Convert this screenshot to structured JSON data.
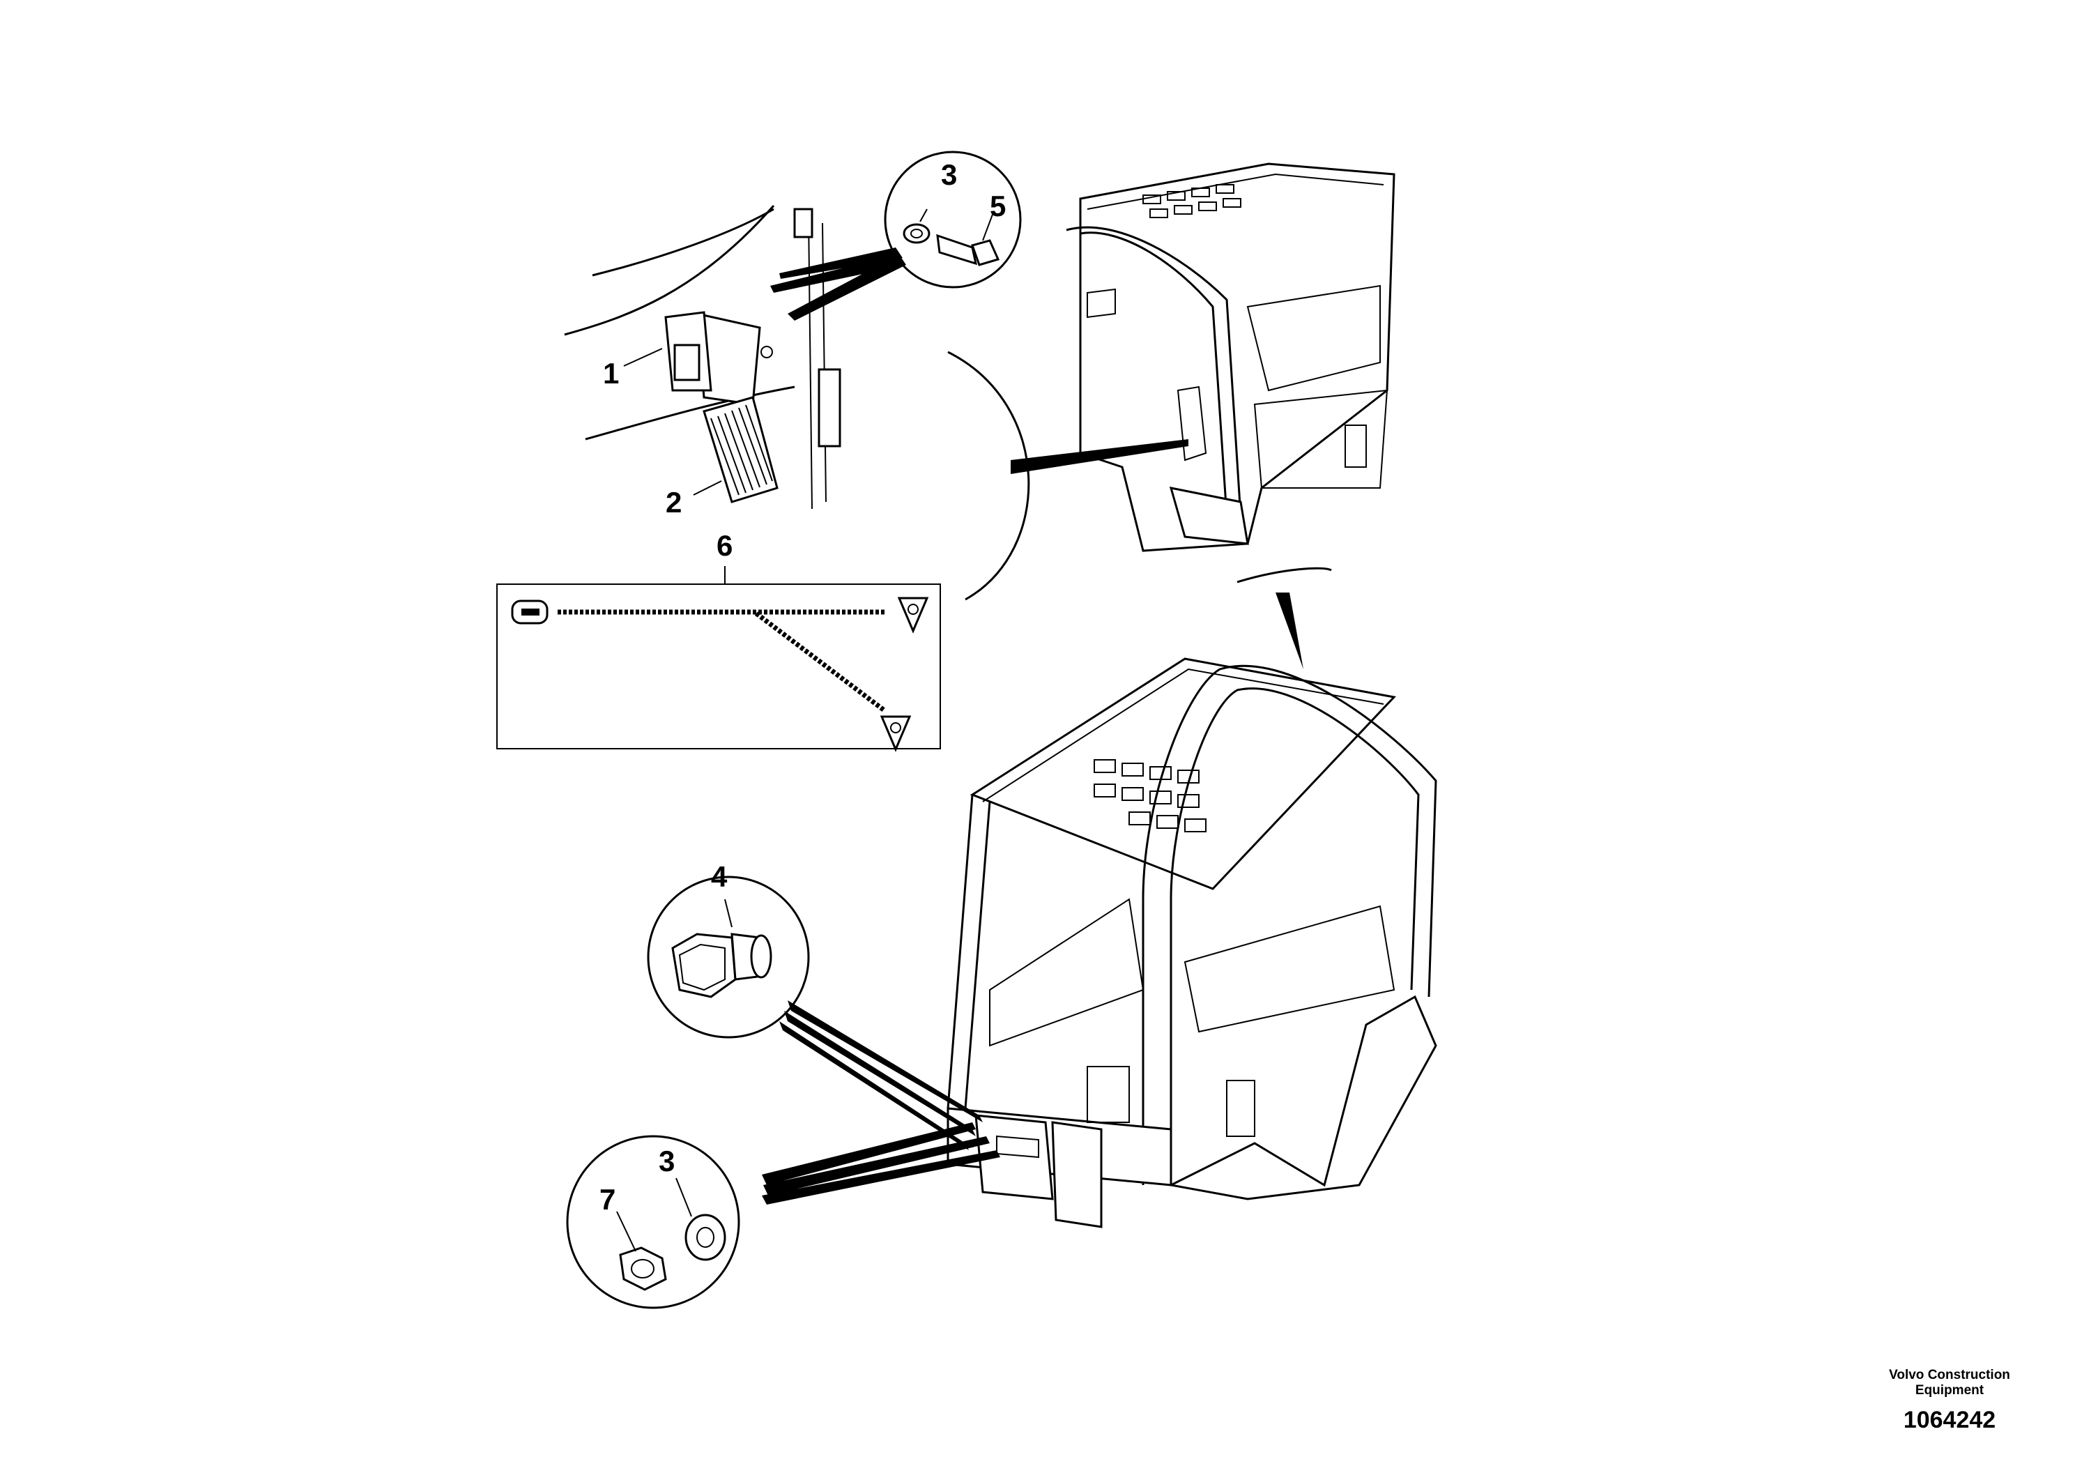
{
  "callouts": {
    "c1": "1",
    "c2": "2",
    "c3a": "3",
    "c5": "5",
    "c6": "6",
    "c4": "4",
    "c3b": "3",
    "c7": "7"
  },
  "footer": {
    "company_line1": "Volvo Construction",
    "company_line2": "Equipment",
    "drawing_number": "1064242"
  }
}
